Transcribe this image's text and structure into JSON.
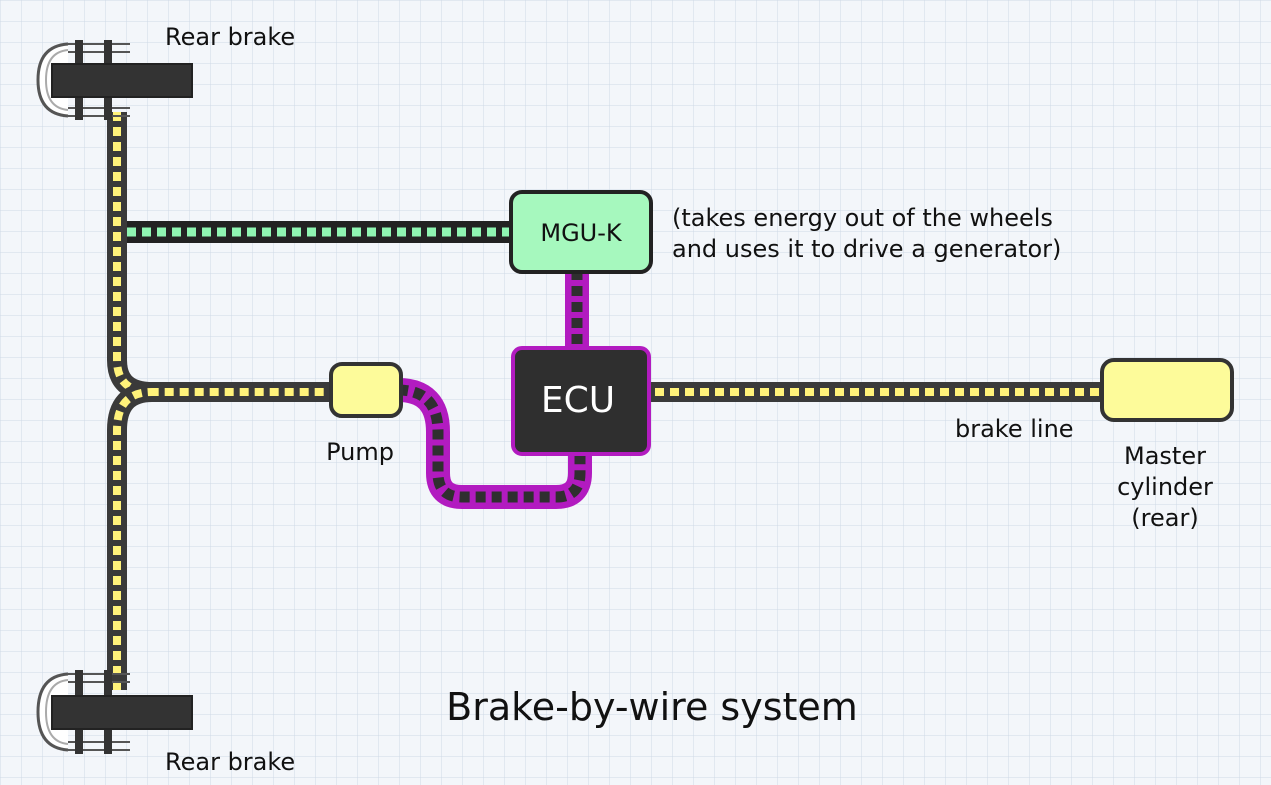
{
  "diagram": {
    "title": "Brake-by-wire system",
    "labels": {
      "rear_brake_top": "Rear brake",
      "rear_brake_bottom": "Rear brake",
      "mgu_k": "MGU-K",
      "mgu_note_line1": "(takes energy out of the wheels",
      "mgu_note_line2": "and uses it to drive a generator)",
      "ecu": "ECU",
      "pump": "Pump",
      "brake_line": "brake line",
      "master_line1": "Master",
      "master_line2": "cylinder",
      "master_line3": "(rear)"
    }
  },
  "colors": {
    "background": "#f3f6fa",
    "grid": "#cfd9e6",
    "hydraulic_line": "#3a3a3a",
    "hydraulic_dash": "#fff27a",
    "electric_dash": "#8ff5b2",
    "ecu_line": "#b21bc0",
    "ecu_fill": "#2f2f2f",
    "mgu_fill": "#a6f8be",
    "pump_fill": "#fdfb9a",
    "master_fill": "#fdfb9a"
  }
}
